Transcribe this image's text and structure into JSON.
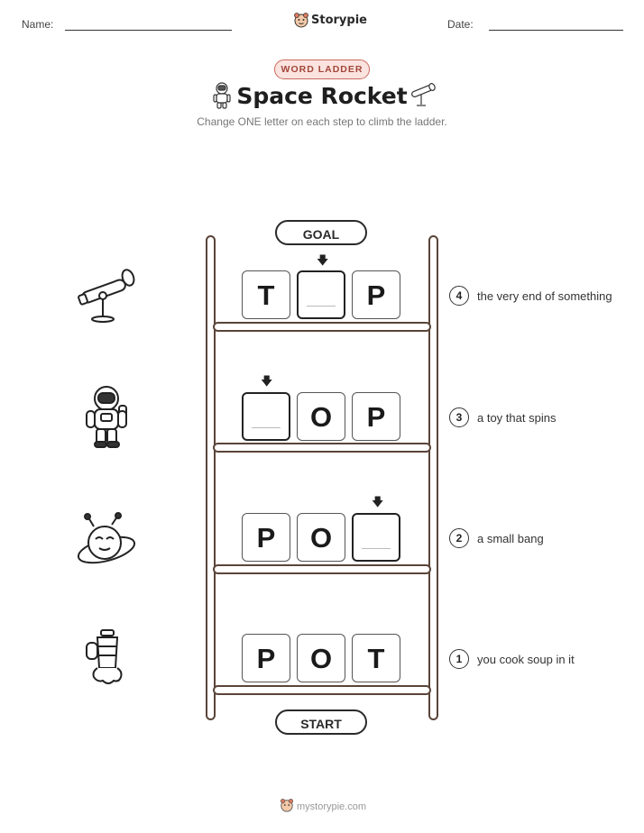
{
  "header": {
    "name_label": "Name:",
    "date_label": "Date:",
    "brand": "Storypie"
  },
  "badge": "WORD LADDER",
  "title": "Space Rocket",
  "subtitle": "Change ONE letter on each step to climb the ladder.",
  "goal_label": "GOAL",
  "start_label": "START",
  "rungs": [
    {
      "number": "4",
      "clue": "the very end of something",
      "picture": "telescope-icon",
      "letters": [
        "T",
        "",
        "P"
      ]
    },
    {
      "number": "3",
      "clue": "a toy that spins",
      "picture": "astronaut-icon",
      "letters": [
        "",
        "O",
        "P"
      ]
    },
    {
      "number": "2",
      "clue": "a small bang",
      "picture": "alien-planet-icon",
      "letters": [
        "P",
        "O",
        ""
      ]
    },
    {
      "number": "1",
      "clue": "you cook soup in it",
      "picture": "rocket-icon",
      "letters": [
        "P",
        "O",
        "T"
      ]
    }
  ],
  "footer": "mystorypie.com",
  "colors": {
    "accent": "#c96a5e",
    "accent_bg": "#fbe3df",
    "rail": "#5a4438"
  }
}
